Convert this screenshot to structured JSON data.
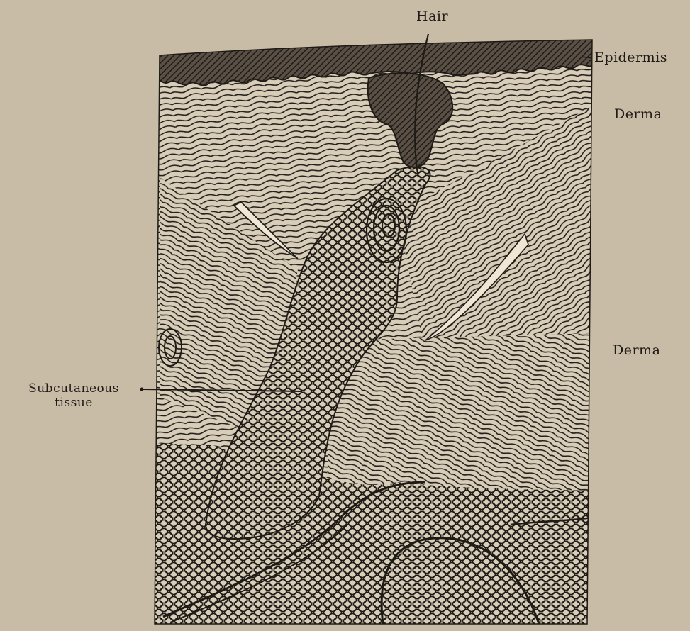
{
  "figure": {
    "labels": {
      "hair": "Hair",
      "epidermis": "Epidermis",
      "derma_upper": "Derma",
      "derma_lower": "Derma",
      "subcutaneous_line1": "Subcutaneous",
      "subcutaneous_line2": "tissue"
    },
    "colors": {
      "paper": "#c9bca6",
      "ink": "#1e1a16",
      "tissue_bg": "#d8cdb8",
      "epidermis": "#3a332c"
    }
  }
}
